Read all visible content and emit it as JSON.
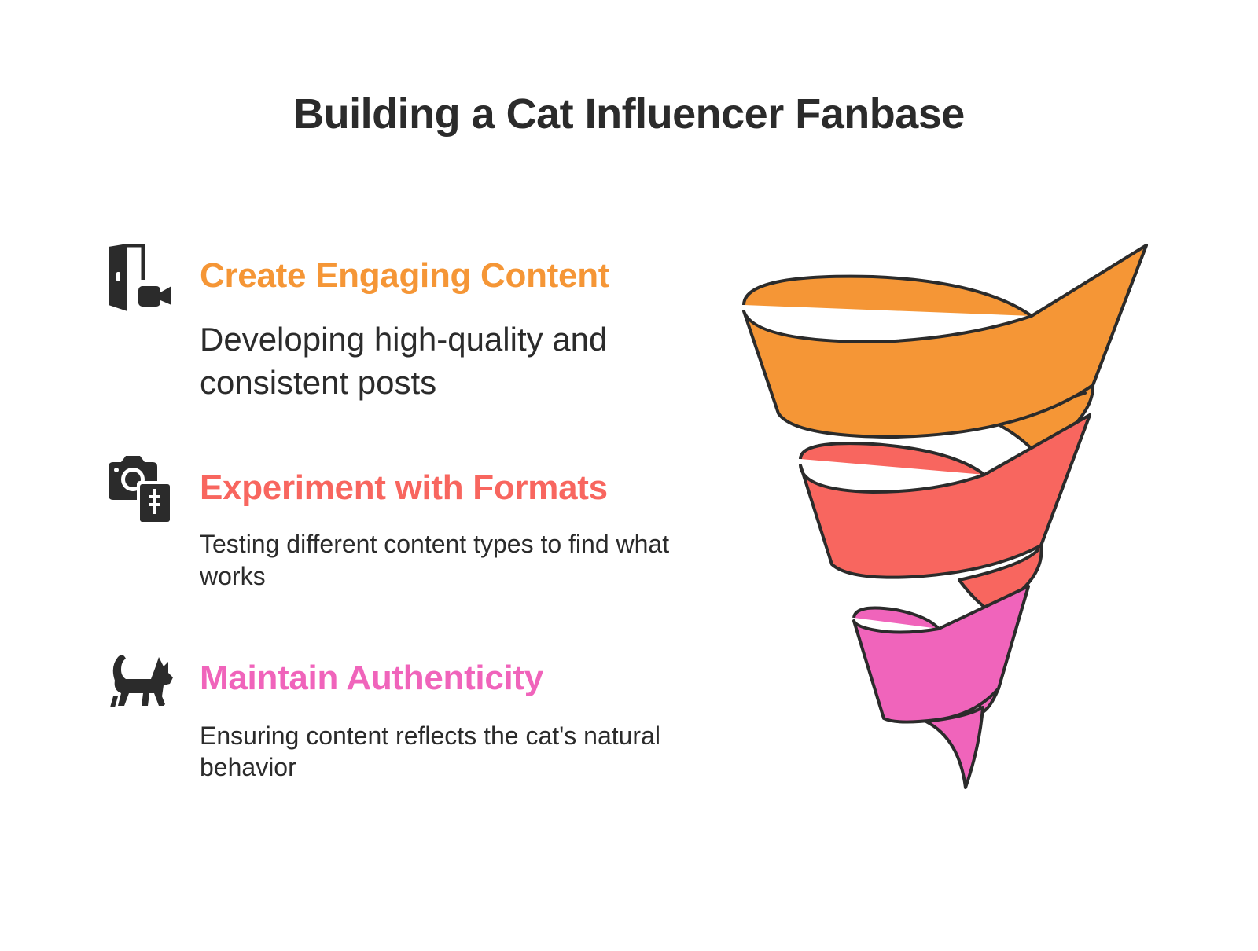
{
  "title": "Building a Cat Influencer Fanbase",
  "colors": {
    "orange": "#f59636",
    "coral": "#f8665f",
    "pink": "#f064bb",
    "text": "#2b2b2b"
  },
  "steps": [
    {
      "icon": "door-video-icon",
      "heading": "Create Engaging Content",
      "description": "Developing high-quality and consistent posts"
    },
    {
      "icon": "camera-file-icon",
      "heading": "Experiment with Formats",
      "description": "Testing different content types to find what works"
    },
    {
      "icon": "cat-icon",
      "heading": "Maintain Authenticity",
      "description": "Ensuring content reflects the cat's natural behavior"
    }
  ]
}
